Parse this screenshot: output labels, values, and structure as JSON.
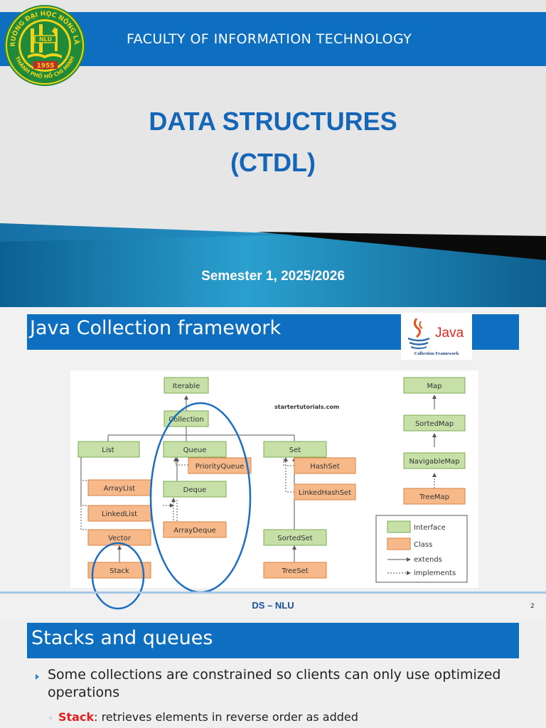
{
  "slide1": {
    "header_text": "FACULTY OF INFORMATION TECHNOLOGY",
    "logo": {
      "ring_top": "TRƯỜNG ĐẠI HỌC NÔNG LÂM",
      "ring_bottom": "THÀNH PHỐ HỒ CHÍ MINH",
      "center": "NLU",
      "year": "1955"
    },
    "title_line1": "DATA STRUCTURES",
    "title_line2": "(CTDL)",
    "semester": "Semester 1, 2025/2026"
  },
  "slide2": {
    "title": "Java Collection framework",
    "java_logo": {
      "word": "Java",
      "caption": "Collection Framework"
    },
    "diagram": {
      "watermark": "startertutorials.com",
      "interfaces": [
        "Iterable",
        "Collection",
        "List",
        "Queue",
        "Set",
        "Deque",
        "SortedSet",
        "Map",
        "SortedMap",
        "NavigableMap"
      ],
      "classes": [
        "ArrayList",
        "LinkedList",
        "Vector",
        "Stack",
        "PriorityQueue",
        "ArrayDeque",
        "HashSet",
        "LinkedHashSet",
        "TreeSet",
        "TreeMap"
      ],
      "legend": {
        "interface": "Interface",
        "class": "Class",
        "extends": "extends",
        "implements": "implements"
      }
    },
    "footer": "DS – NLU",
    "page_number": "2"
  },
  "slide3": {
    "title": "Stacks and queues",
    "bullet1": "Some collections are constrained so clients can only use optimized operations",
    "bullet2_term": "Stack",
    "bullet2_rest": ": retrieves elements in reverse order as added"
  },
  "colors": {
    "brand_blue": "#0e6fc1",
    "title_blue": "#1565b8",
    "interface_fill": "#c6e0a8",
    "class_fill": "#f7b98a",
    "highlight_circle": "#1b6fc2"
  }
}
